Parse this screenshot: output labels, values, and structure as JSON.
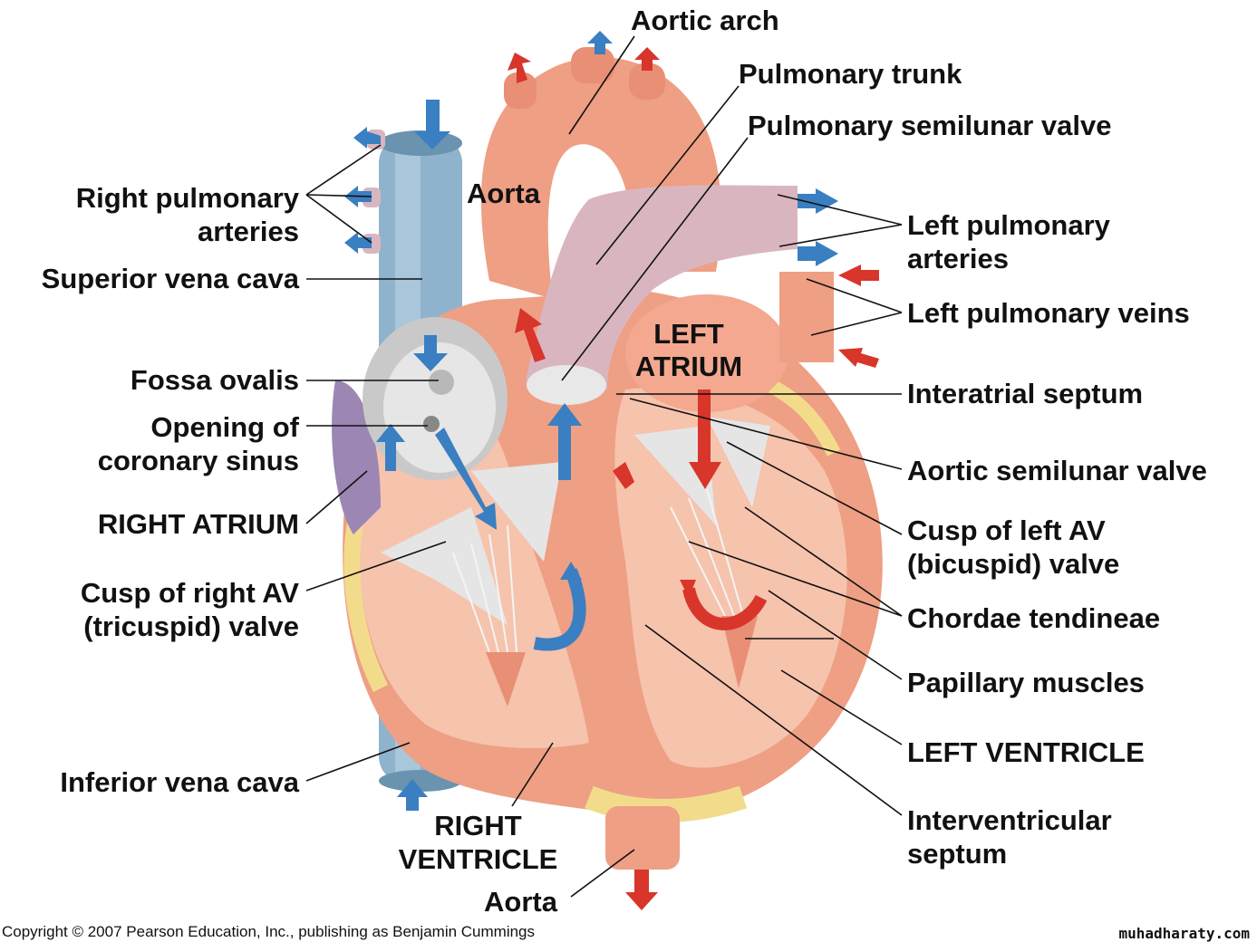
{
  "labels": {
    "aortic_arch": "Aortic arch",
    "pulmonary_trunk": "Pulmonary trunk",
    "pulmonary_semilunar_valve": "Pulmonary semilunar valve",
    "aorta_top": "Aorta",
    "right_pulmonary_arteries_1": "Right pulmonary",
    "right_pulmonary_arteries_2": "arteries",
    "superior_vena_cava": "Superior vena cava",
    "fossa_ovalis": "Fossa ovalis",
    "opening_coronary_sinus_1": "Opening of",
    "opening_coronary_sinus_2": "coronary sinus",
    "right_atrium": "RIGHT ATRIUM",
    "cusp_right_av_1": "Cusp of right AV",
    "cusp_right_av_2": "(tricuspid) valve",
    "inferior_vena_cava": "Inferior vena cava",
    "right_ventricle_1": "RIGHT",
    "right_ventricle_2": "VENTRICLE",
    "aorta_bottom": "Aorta",
    "left_pulmonary_arteries_1": "Left pulmonary",
    "left_pulmonary_arteries_2": "arteries",
    "left_pulmonary_veins": "Left pulmonary veins",
    "left_atrium_1": "LEFT",
    "left_atrium_2": "ATRIUM",
    "interatrial_septum": "Interatrial septum",
    "aortic_semilunar_valve": "Aortic semilunar valve",
    "cusp_left_av_1": "Cusp of left AV",
    "cusp_left_av_2": "(bicuspid) valve",
    "chordae_tendineae": "Chordae tendineae",
    "papillary_muscles": "Papillary muscles",
    "left_ventricle": "LEFT VENTRICLE",
    "interventricular_septum_1": "Interventricular",
    "interventricular_septum_2": "septum"
  },
  "footer": {
    "copyright": "Copyright © 2007 Pearson Education, Inc., publishing as Benjamin Cummings",
    "watermark": "muhadharaty.com"
  },
  "colors": {
    "muscle": "#ee9f84",
    "muscle_dark": "#d9806a",
    "muscle_light": "#f6c3ad",
    "vena": "#8fb3cc",
    "vena_dark": "#6a93b0",
    "pulmonary": "#d9b6bf",
    "fat": "#f2dc8c",
    "arrow_blue": "#3a7fc1",
    "arrow_red": "#d8352b",
    "valve": "#e8e8e8"
  }
}
